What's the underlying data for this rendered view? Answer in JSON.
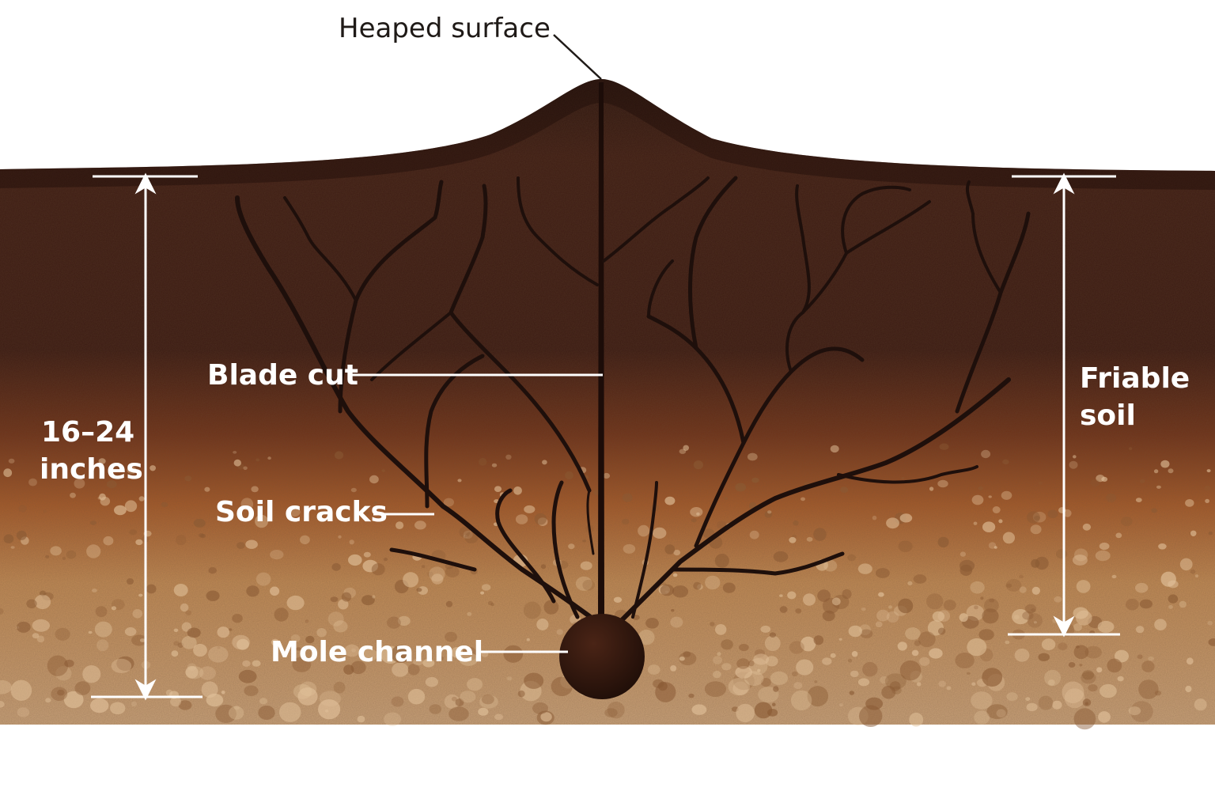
{
  "labels": {
    "heaped_surface": "Heaped surface",
    "blade_cut": "Blade cut",
    "soil_cracks": "Soil cracks",
    "mole_channel": "Mole channel",
    "depth_line1": "16–24",
    "depth_line2": "inches",
    "friable_line1": "Friable",
    "friable_line2": "soil"
  },
  "colors": {
    "topsoil": "#3a1c14",
    "midsoil": "#7a3a1c",
    "subsoil": "#c8955c",
    "crack": "#1e0f0b",
    "annotation": "#ffffff",
    "title_text": "#1f1a17"
  }
}
